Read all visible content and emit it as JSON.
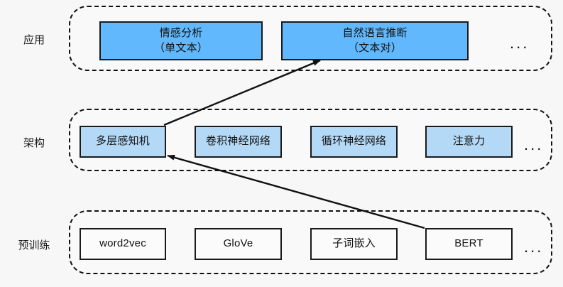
{
  "diagram": {
    "background_color": "#f7f7f7",
    "rows": [
      {
        "id": "application",
        "label": "应用",
        "ellipsis": "...",
        "box_fill": "#62b8fc",
        "nodes": [
          {
            "id": "sentiment-analysis",
            "line1": "情感分析",
            "line2": "（单文本）"
          },
          {
            "id": "natural-language-inference",
            "line1": "自然语言推断",
            "line2": "（文本对）"
          }
        ]
      },
      {
        "id": "architecture",
        "label": "架构",
        "ellipsis": "...",
        "box_fill": "#b4d9f7",
        "nodes": [
          {
            "id": "mlp",
            "line1": "多层感知机",
            "line2": ""
          },
          {
            "id": "cnn",
            "line1": "卷积神经网络",
            "line2": ""
          },
          {
            "id": "rnn",
            "line1": "循环神经网络",
            "line2": ""
          },
          {
            "id": "attention",
            "line1": "注意力",
            "line2": ""
          }
        ]
      },
      {
        "id": "pretraining",
        "label": "预训练",
        "ellipsis": "...",
        "box_fill": "#fbfbfb",
        "nodes": [
          {
            "id": "word2vec",
            "line1": "word2vec",
            "line2": ""
          },
          {
            "id": "glove",
            "line1": "GloVe",
            "line2": ""
          },
          {
            "id": "subword-embedding",
            "line1": "子词嵌入",
            "line2": ""
          },
          {
            "id": "bert",
            "line1": "BERT",
            "line2": ""
          }
        ]
      }
    ],
    "arrows": [
      {
        "id": "mlp-to-nli",
        "from": "mlp",
        "to": "natural-language-inference"
      },
      {
        "id": "bert-to-mlp",
        "from": "bert",
        "to": "mlp"
      }
    ]
  }
}
